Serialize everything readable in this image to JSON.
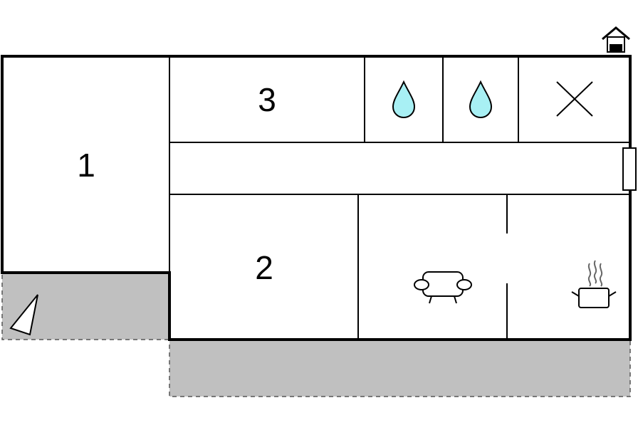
{
  "floorplan": {
    "rooms": [
      {
        "id": "room-1",
        "label": "1"
      },
      {
        "id": "room-2",
        "label": "2"
      },
      {
        "id": "room-3",
        "label": "3"
      }
    ],
    "icons": {
      "entrance": "house-entrance-icon",
      "bathroom": "water-drop-icon",
      "toilet": "water-drop-icon",
      "storage": "cross-icon",
      "living": "sofa-icon",
      "kitchen": "cooking-pot-icon",
      "north": "compass-triangle-icon"
    },
    "colors": {
      "wall": "#000000",
      "terrace": "#c0c0c0",
      "water": "#a8f0f4"
    }
  }
}
